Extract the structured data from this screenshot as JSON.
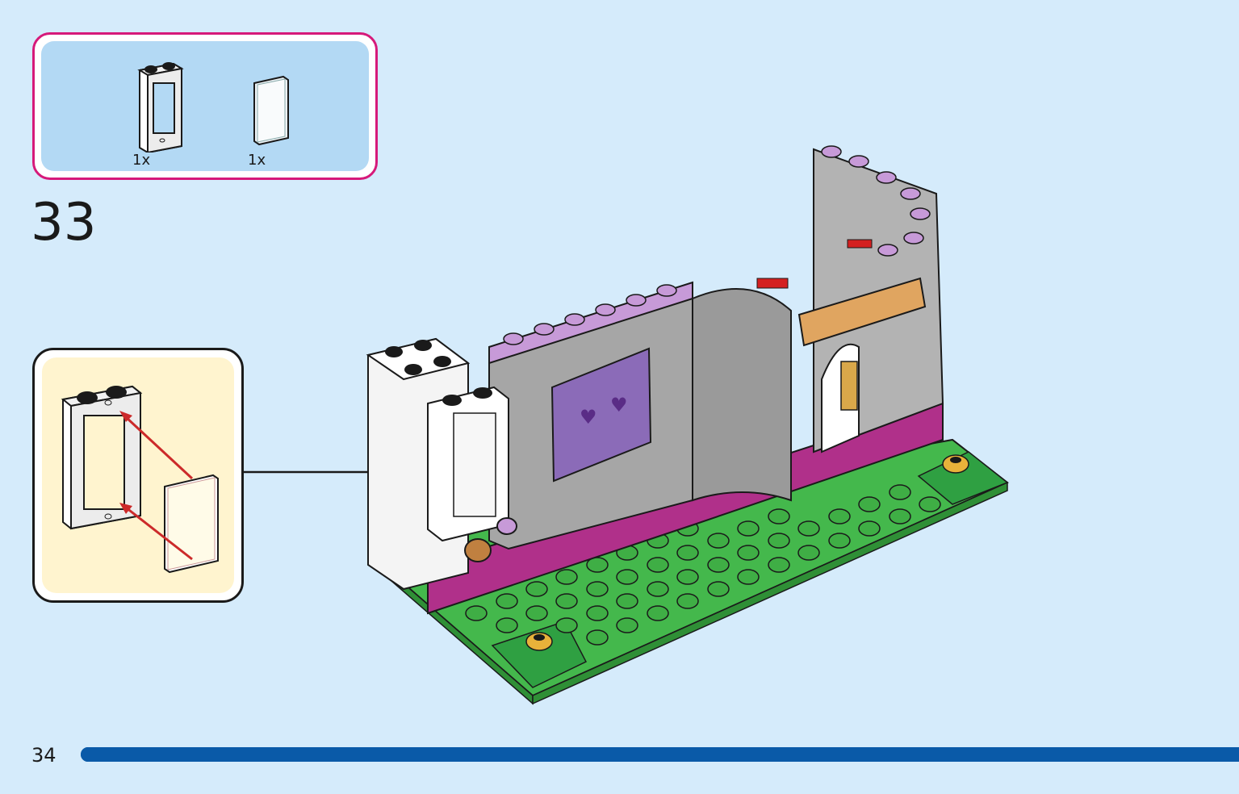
{
  "parts_list": {
    "items": [
      {
        "name": "white-window-frame-1x2x3",
        "quantity": "1x"
      },
      {
        "name": "transparent-glass-pane-1x2x3",
        "quantity": "1x"
      }
    ]
  },
  "step": {
    "number": "33"
  },
  "page": {
    "number": "34",
    "progress": 1.0
  },
  "colors": {
    "parts_border": "#d6197a",
    "parts_bg": "#b3d9f4",
    "callout_bg": "#fff4cf",
    "progress": "#0a5aa8",
    "page_bg": "#d5ebfb"
  }
}
